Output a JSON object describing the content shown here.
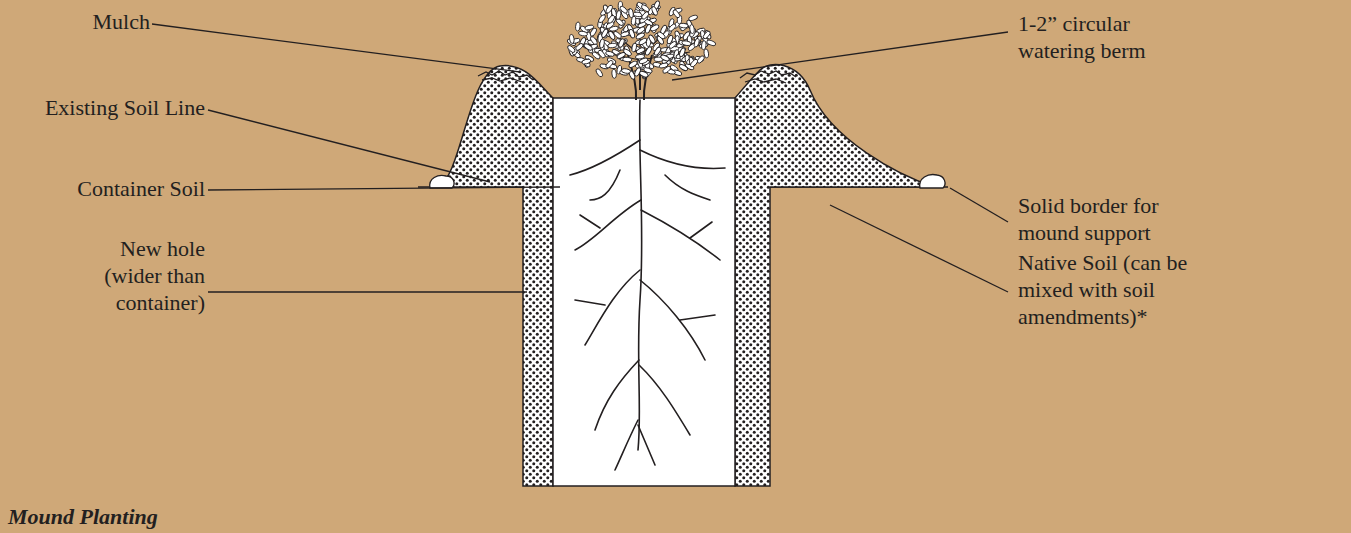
{
  "diagram": {
    "labels": [
      "Mulch",
      "1-2” circular watering berm",
      "Existing Soil Line",
      "Container Soil",
      "New hole (wider than container)",
      "Solid border for mound support",
      "Native Soil (can be mixed with soil amendments)*",
      "Mound Planting"
    ]
  }
}
